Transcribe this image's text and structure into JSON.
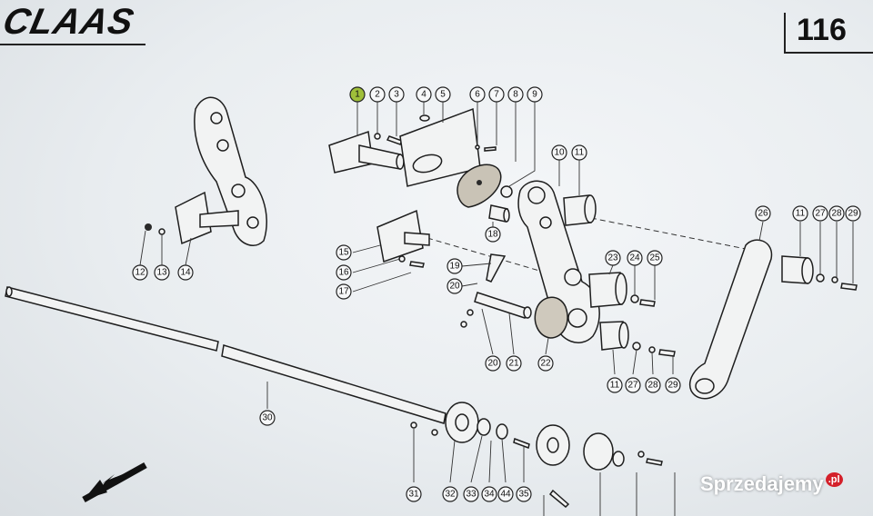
{
  "header": {
    "brand": "CLAAS",
    "page_number": "116"
  },
  "watermark": {
    "text": "Sprzedajemy",
    "suffix": ".pl"
  },
  "callouts": [
    "1",
    "2",
    "3",
    "4",
    "5",
    "6",
    "7",
    "8",
    "9",
    "10",
    "11",
    "12",
    "13",
    "14",
    "15",
    "16",
    "17",
    "18",
    "19",
    "20",
    "20",
    "21",
    "22",
    "23",
    "24",
    "25",
    "26",
    "11",
    "27",
    "28",
    "29",
    "11",
    "27",
    "28",
    "29",
    "30",
    "31",
    "32",
    "33",
    "34",
    "44",
    "35"
  ],
  "highlighted_callout": "1",
  "icons": {
    "direction_arrow": "arrow-down-left-icon"
  }
}
